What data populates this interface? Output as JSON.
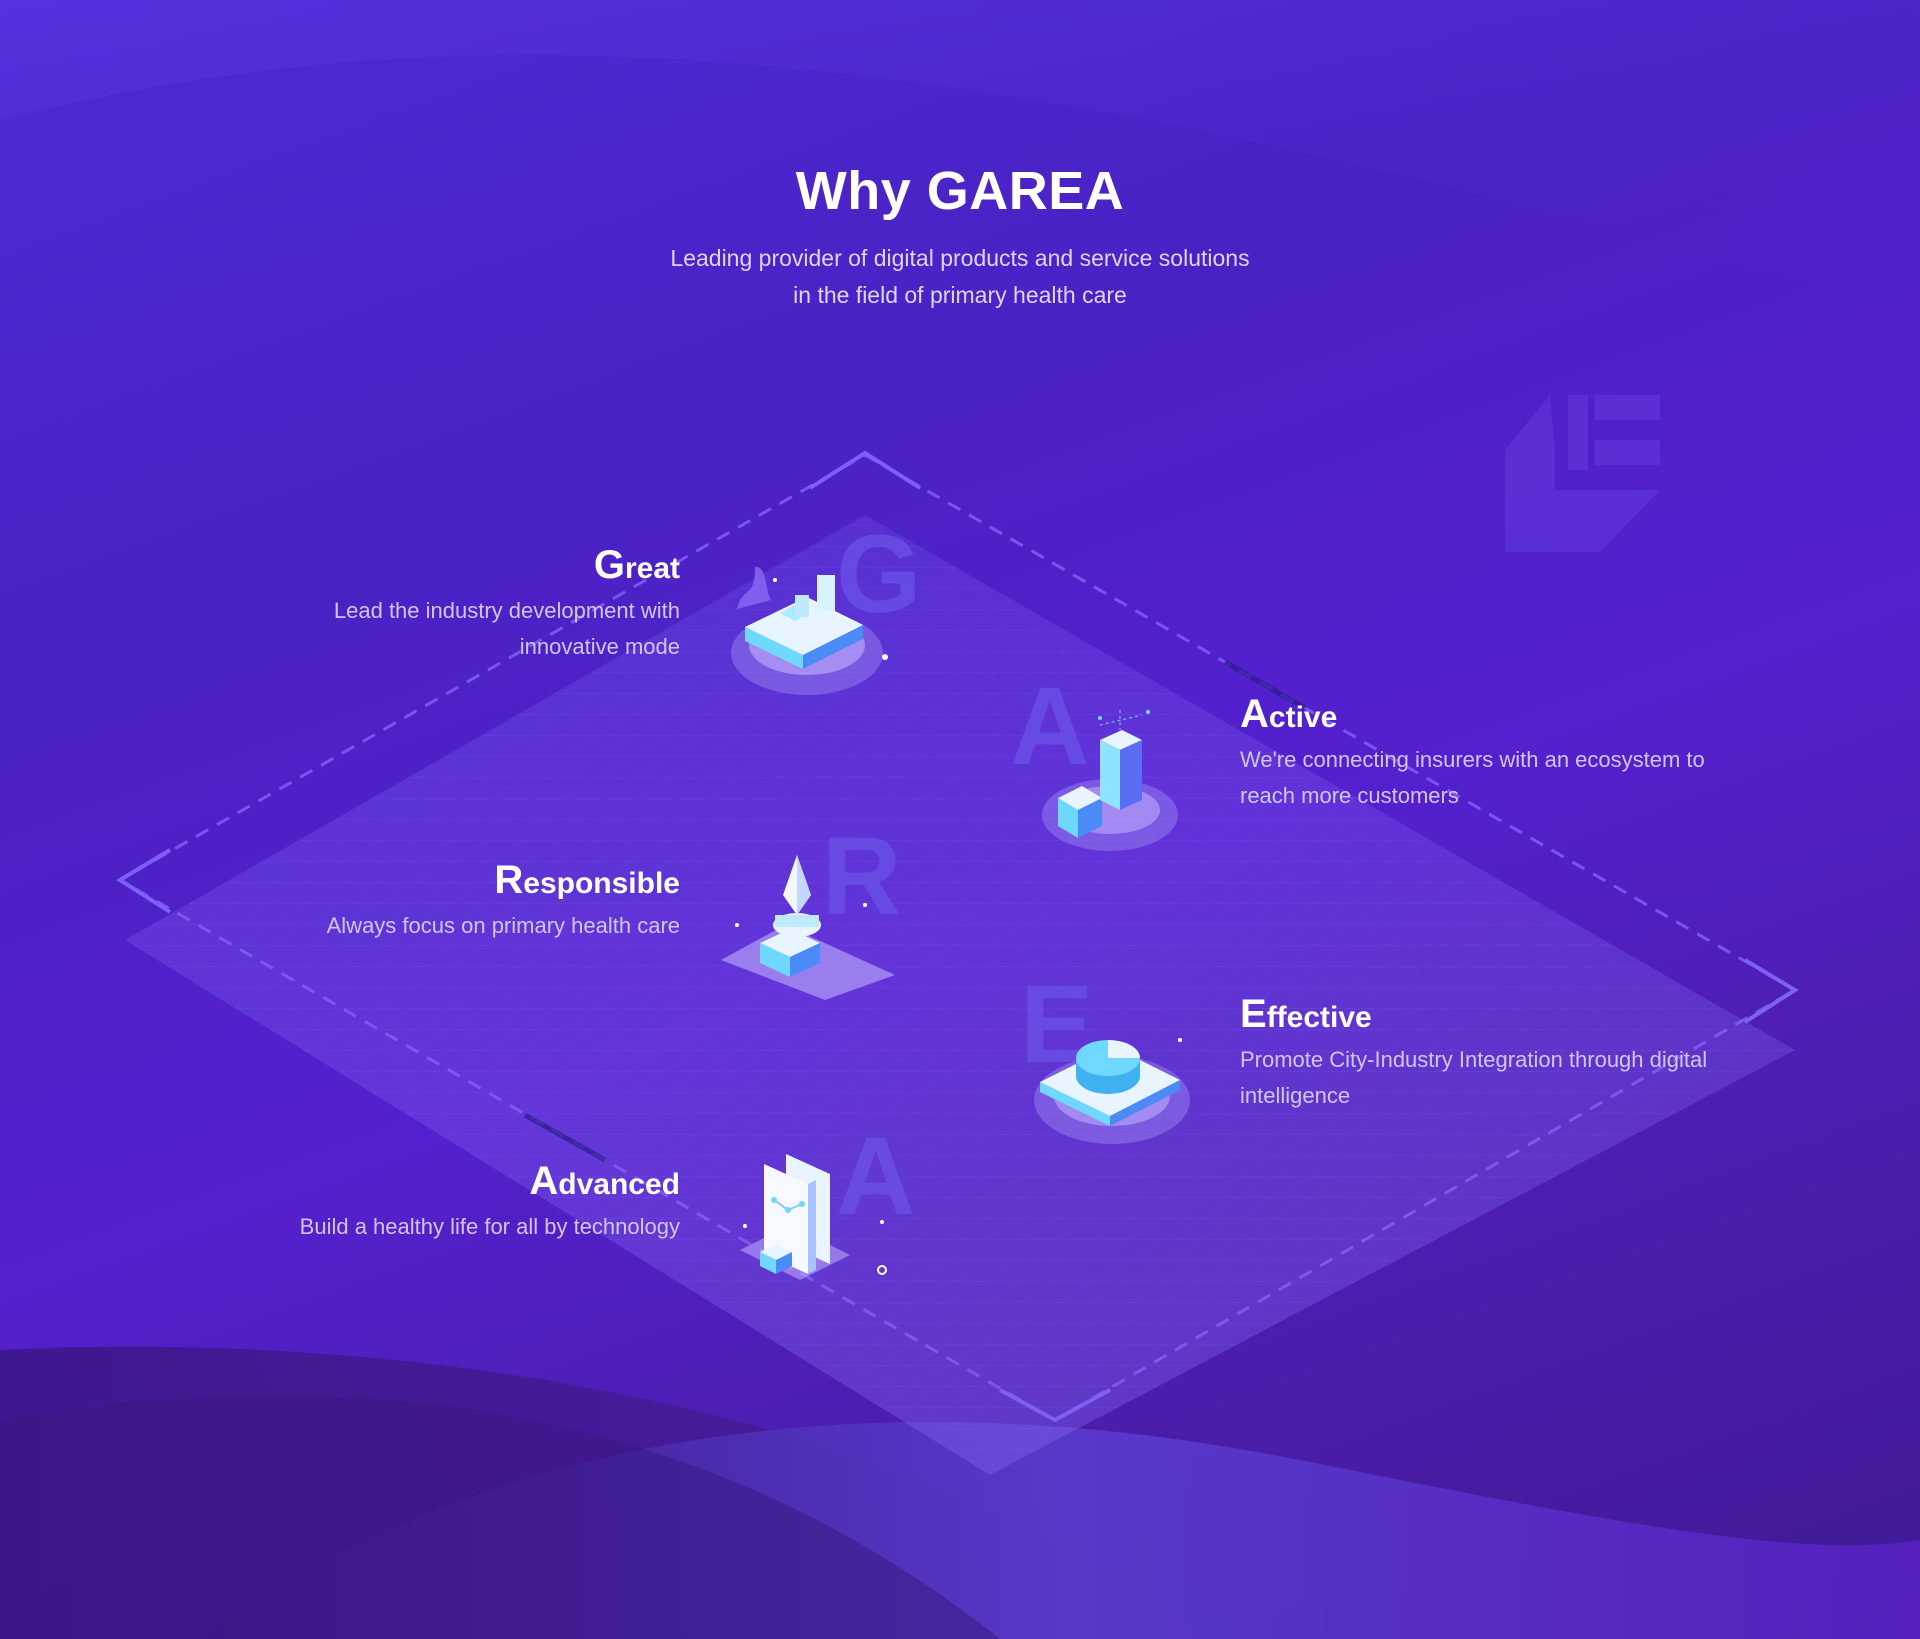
{
  "header": {
    "title": "Why GAREA",
    "subtitle_line1": "Leading provider of digital products and service solutions",
    "subtitle_line2": "in the field of primary health care"
  },
  "features": [
    {
      "initial": "G",
      "rest": "reat",
      "description_line1": "Lead the industry development with",
      "description_line2": "innovative mode",
      "icon": "building-platform-icon"
    },
    {
      "initial": "A",
      "rest": "ctive",
      "description_line1": "We're connecting insurers with an ecosystem to",
      "description_line2": "reach more customers",
      "icon": "connected-blocks-icon"
    },
    {
      "initial": "R",
      "rest": "esponsible",
      "description_line1": "Always focus on primary health care",
      "description_line2": "",
      "icon": "crystal-pedestal-icon"
    },
    {
      "initial": "E",
      "rest": "ffective",
      "description_line1": "Promote City-Industry Integration through digital",
      "description_line2": "intelligence",
      "icon": "pie-chart-platform-icon"
    },
    {
      "initial": "A",
      "rest": "dvanced",
      "description_line1": "Build a healthy life for all by technology",
      "description_line2": "",
      "icon": "data-panels-icon"
    }
  ],
  "colors": {
    "background": "#4a22c4",
    "accent": "#7b5cf0",
    "icon_cyan": "#6fd8ff",
    "text_secondary": "#cfc6f4"
  }
}
